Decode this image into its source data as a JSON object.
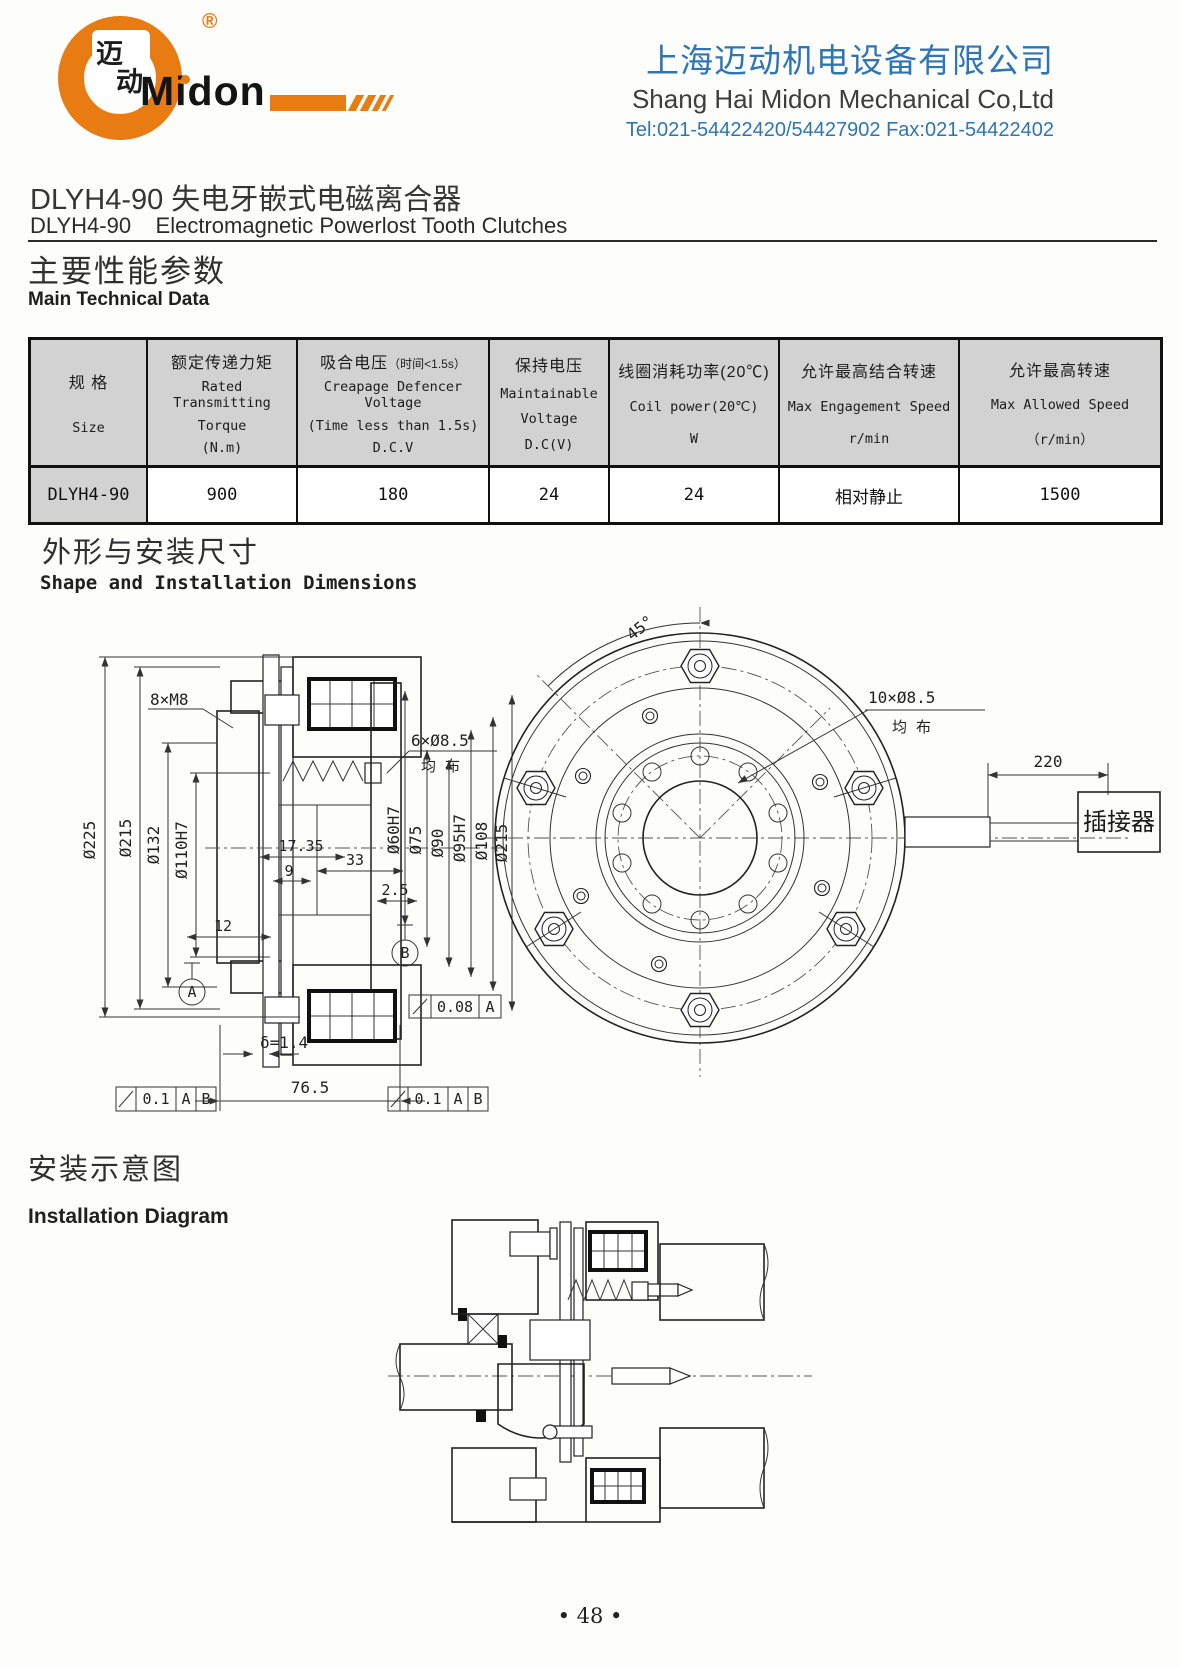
{
  "header": {
    "logo": {
      "brand": "Midon",
      "brand_cn_1": "迈",
      "brand_cn_2": "动",
      "registered": "®"
    },
    "company_cn": "上海迈动机电设备有限公司",
    "company_en": "Shang Hai Midon Mechanical Co,Ltd",
    "contact": "Tel:021-54422420/54427902 Fax:021-54422402"
  },
  "title": {
    "cn": "DLYH4-90 失电牙嵌式电磁离合器",
    "en": "DLYH4-90    Electromagnetic Powerlost Tooth Clutches"
  },
  "sections": {
    "main_data_cn": "主要性能参数",
    "main_data_en": "Main Technical Data",
    "dims_cn": "外形与安装尺寸",
    "dims_en": "Shape and Installation Dimensions",
    "install_cn": "安装示意图",
    "install_en": "Installation Diagram"
  },
  "table": {
    "header": [
      {
        "l1": "规 格",
        "l2": "Size"
      },
      {
        "l1": "额定传递力矩",
        "l2": "Rated Transmitting",
        "l3": "Torque",
        "l4": "(N.m)"
      },
      {
        "l1": "吸合电压",
        "l1b": "（时间<1.5s）",
        "l2": "Creapage Defencer Voltage",
        "l3": "(Time less than 1.5s)",
        "l4": "D.C.V"
      },
      {
        "l1": "保持电压",
        "l2": "Maintainable",
        "l3": "Voltage",
        "l4": "D.C(V)"
      },
      {
        "l1": "线圈消耗功率(20℃)",
        "l2": "Coil power(20℃)",
        "l3": "W"
      },
      {
        "l1": "允许最高结合转速",
        "l2": "Max Engagement Speed",
        "l3": "r/min"
      },
      {
        "l1": "允许最高转速",
        "l2": "Max Allowed Speed",
        "l3": "（r/min）"
      }
    ],
    "row": [
      "DLYH4-90",
      "900",
      "180",
      "24",
      "24",
      "相对静止",
      "1500"
    ]
  },
  "drawing_left": {
    "d225": "Ø225",
    "d215": "Ø215",
    "d132": "Ø132",
    "d110": "Ø110H7",
    "m8": "8×M8",
    "h65": "6×Ø8.5",
    "junbu": "均 布",
    "d1735": "17.35",
    "d9": "9",
    "d33": "33",
    "d25": "2.5",
    "d12": "12",
    "d60": "Ø60H7",
    "d75": "Ø75",
    "d90": "Ø90",
    "d95": "Ø95H7",
    "d108": "Ø108",
    "d215b": "Ø215",
    "datumA": "A",
    "datumB": "B",
    "tol1": "0.08",
    "tol1ref": "A",
    "delta": "δ=1.4",
    "d765": "76.5",
    "tol2": "0.1",
    "tol2refA": "A",
    "tol2refB": "B"
  },
  "drawing_right": {
    "angle": "45°",
    "holes": "10×Ø8.5",
    "junbu": "均 布",
    "len": "220",
    "connector": "插接器"
  },
  "page_number": "• 48 •"
}
